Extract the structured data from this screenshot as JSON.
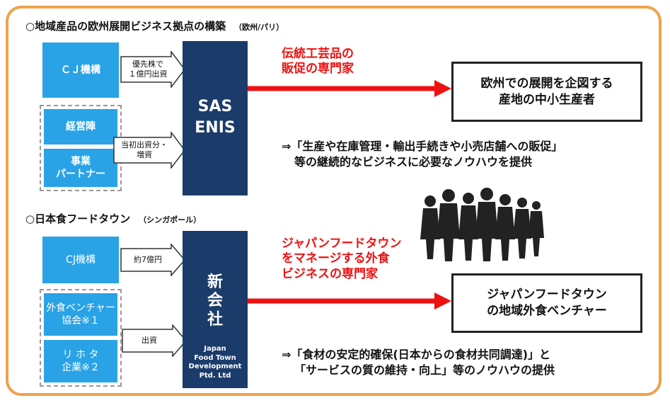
{
  "section1": {
    "title": "○地域産品の欧州展開ビジネス拠点の構築",
    "subtitle": "（欧州/パリ）",
    "cj": "ＣＪ機構",
    "cj_arrow_line1": "優先株で",
    "cj_arrow_line2": "１億円出資",
    "mgmt": "経営陣",
    "partner_line1": "事業",
    "partner_line2": "パートナー",
    "partner_arrow_line1": "当初出資分・",
    "partner_arrow_line2": "増資",
    "company_line1": "SAS",
    "company_line2": "ENIS",
    "red_line1": "伝統工芸品の",
    "red_line2": "販促の専門家",
    "target_line1": "欧州での展開を企図する",
    "target_line2": "産地の中小生産者",
    "desc_line1": "⇒「生産や在庫管理・輸出手続きや小売店舗への販促」",
    "desc_line2": "等の継続的なビジネスに必要なノウハウを提供"
  },
  "section2": {
    "title": "○日本食フードタウン",
    "subtitle": "（シンガポール）",
    "cj": "CJ機構",
    "cj_arrow": "約7億円",
    "venture_line1": "外食ベンチャー",
    "venture_line2": "協会※１",
    "ritsuta_line1": "リ ホ タ",
    "ritsuta_line2": "企業※２",
    "invest_arrow": "出資",
    "company_line1": "新",
    "company_line2": "会",
    "company_line3": "社",
    "company_en_line1": "Japan",
    "company_en_line2": "Food Town",
    "company_en_line3": "Development",
    "company_en_line4": "Ptd. Ltd",
    "red_line1": "ジャパンフードタウン",
    "red_line2": "をマネージする外食",
    "red_line3": "ビジネスの専門家",
    "target_line1": "ジャパンフードタウン",
    "target_line2": "の地域外食ベンチャー",
    "desc_line1": "⇒「食材の安定的確保(日本からの食材共同調達)」と",
    "desc_line2": "「サービスの質の維持・向上」等のノウハウの提供"
  },
  "colors": {
    "frame": "#f0a24a",
    "blue": "#29a3e6",
    "navy": "#1b3c6a",
    "red": "#ee1111"
  },
  "icons": {
    "people": "business-people-silhouette"
  }
}
